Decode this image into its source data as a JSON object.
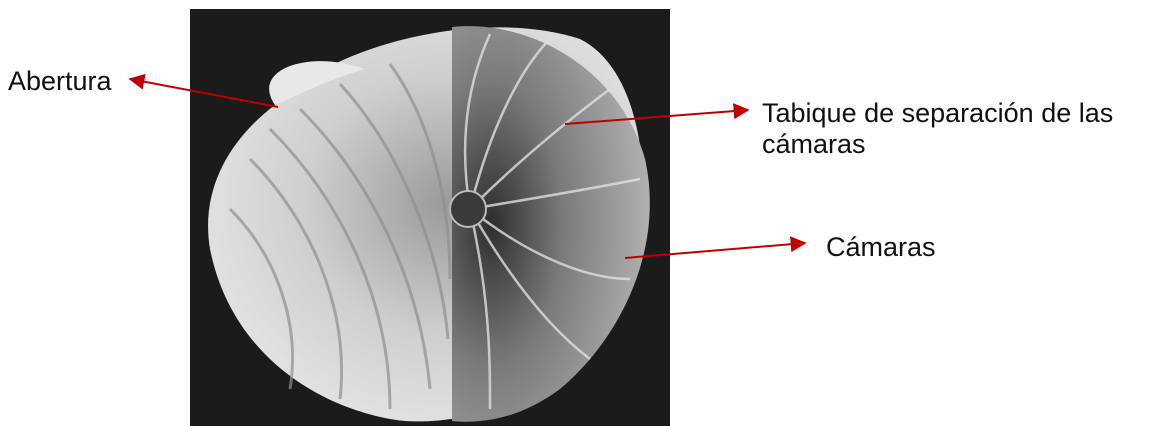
{
  "labels": {
    "abertura": "Abertura",
    "tabique_line1": "Tabique de separación de las",
    "tabique_line2": "cámaras",
    "camaras": "Cámaras"
  },
  "colors": {
    "arrow": "#c00000",
    "photo_background": "#1a1a1a",
    "shell": "#d2d2d2"
  },
  "image": {
    "subject": "foraminifera shell, half shown in section revealing the chambers"
  }
}
